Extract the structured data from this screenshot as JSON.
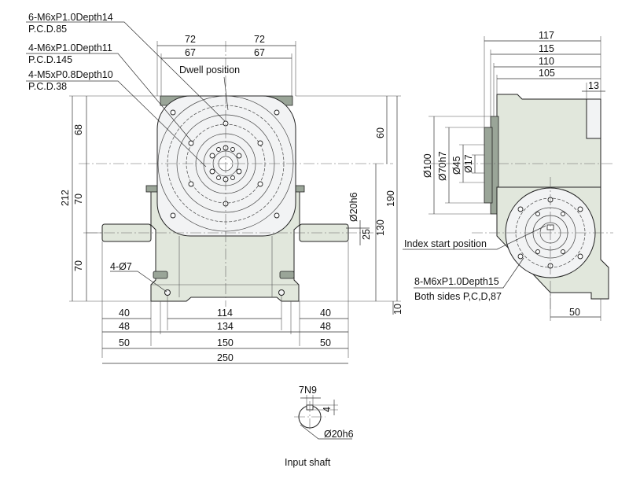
{
  "callouts": {
    "holes_1": "6-M6xP1.0Depth14",
    "pcd_1": "P.C.D.85",
    "holes_2": "4-M6xP1.0Depth11",
    "pcd_2": "P.C.D.145",
    "holes_3": "4-M5xP0.8Depth10",
    "pcd_3": "P.C.D.38",
    "dwell": "Dwell position",
    "mount_holes": "4-Ø7",
    "index_start": "Index start position",
    "side_holes": "8-M6xP1.0Depth15",
    "side_pcd": "Both sides P,C,D,87"
  },
  "front_dims": {
    "top_left_72": "72",
    "top_right_72": "72",
    "top_left_67": "67",
    "top_right_67": "67",
    "left_68": "68",
    "left_70_mid": "70",
    "left_70_bot": "70",
    "left_212": "212",
    "right_60": "60",
    "right_190": "190",
    "right_130": "130",
    "right_25": "25",
    "right_20h6": "Ø20h6",
    "right_10": "10",
    "bot_40_l": "40",
    "bot_48_l": "48",
    "bot_50_l": "50",
    "bot_114": "114",
    "bot_134": "134",
    "bot_150": "150",
    "bot_250": "250",
    "bot_40_r": "40",
    "bot_48_r": "48",
    "bot_50_r": "50"
  },
  "side_dims": {
    "top_117": "117",
    "top_115": "115",
    "top_110": "110",
    "top_105": "105",
    "top_13": "13",
    "dia_100": "Ø100",
    "dia_70": "Ø70h7",
    "dia_45": "Ø45",
    "dia_17": "Ø17",
    "bot_50": "50"
  },
  "shaft": {
    "key_width": "7N9",
    "key_depth": "4",
    "diameter": "Ø20h6",
    "caption": "Input shaft"
  },
  "colors": {
    "housing": "#e1e7dc",
    "face": "#f2f3f4",
    "dark_part": "#9aa598"
  }
}
